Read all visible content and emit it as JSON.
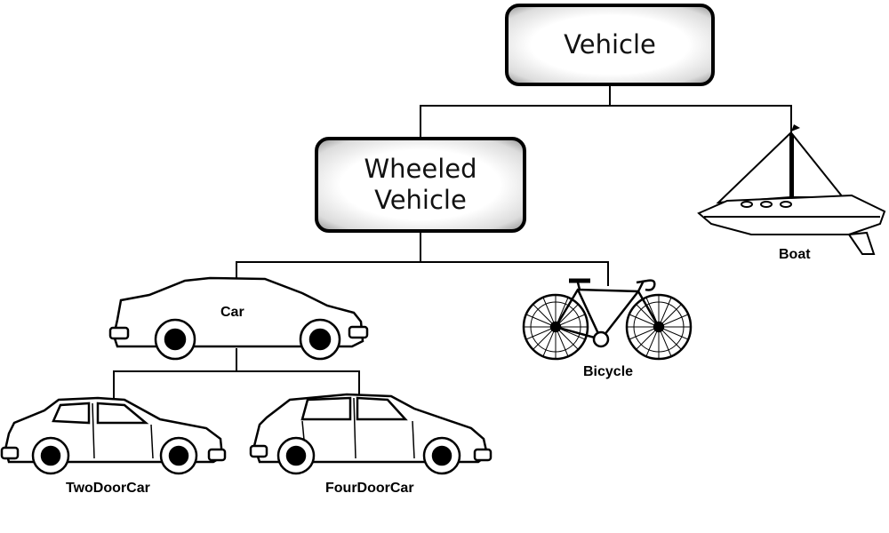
{
  "nodes": {
    "vehicle": {
      "label": "Vehicle"
    },
    "wheeled_vehicle": {
      "line1": "Wheeled",
      "line2": "Vehicle"
    },
    "boat": {
      "label": "Boat",
      "icon": "sailboat-icon"
    },
    "car": {
      "label": "Car",
      "icon": "car-icon"
    },
    "bicycle": {
      "label": "Bicycle",
      "icon": "bicycle-icon"
    },
    "two_door_car": {
      "label": "TwoDoorCar",
      "icon": "two-door-car-icon"
    },
    "four_door_car": {
      "label": "FourDoorCar",
      "icon": "four-door-car-icon"
    }
  },
  "edges": [
    {
      "from": "Vehicle",
      "to": "Wheeled Vehicle"
    },
    {
      "from": "Vehicle",
      "to": "Boat"
    },
    {
      "from": "Wheeled Vehicle",
      "to": "Car"
    },
    {
      "from": "Wheeled Vehicle",
      "to": "Bicycle"
    },
    {
      "from": "Car",
      "to": "TwoDoorCar"
    },
    {
      "from": "Car",
      "to": "FourDoorCar"
    }
  ],
  "colors": {
    "stroke": "#000000",
    "background": "#ffffff"
  }
}
